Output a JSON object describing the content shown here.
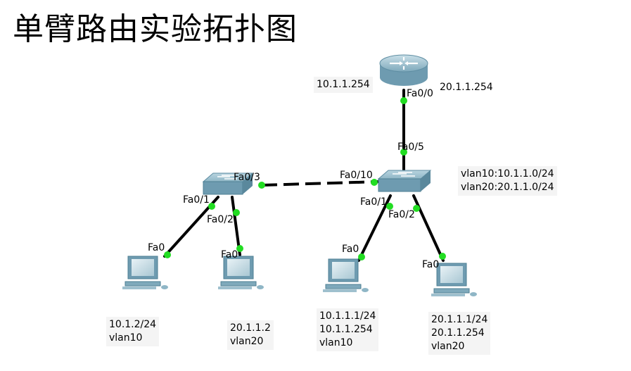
{
  "title": "单臂路由实验拓扑图",
  "router": {
    "left_ip": "10.1.1.254",
    "right_ip": "20.1.1.254",
    "port": "Fa0/0"
  },
  "switch_main": {
    "uplink_port": "Fa0/5",
    "trunk_port": "Fa0/10",
    "port1": "Fa0/1",
    "port2": "Fa0/2",
    "vlans": [
      "vlan10:10.1.1.0/24",
      "vlan20:20.1.1.0/24"
    ]
  },
  "switch_sub": {
    "trunk_port": "Fa0/3",
    "port1": "Fa0/1",
    "port2": "Fa0/2"
  },
  "pcs": [
    {
      "port": "Fa0",
      "lines": [
        "10.1.2/24",
        "vlan10"
      ]
    },
    {
      "port": "Fa0",
      "lines": [
        "20.1.1.2",
        "vlan20"
      ]
    },
    {
      "port": "Fa0",
      "lines": [
        "10.1.1.1/24",
        "10.1.1.254",
        "vlan10"
      ]
    },
    {
      "port": "Fa0",
      "lines": [
        "20.1.1.1/24",
        "20.1.1.254",
        "vlan20"
      ]
    }
  ],
  "colors": {
    "link": "#000000",
    "port_dot": "#22dd22",
    "device_body": "#7fb3c8",
    "device_dark": "#4d7f93"
  }
}
